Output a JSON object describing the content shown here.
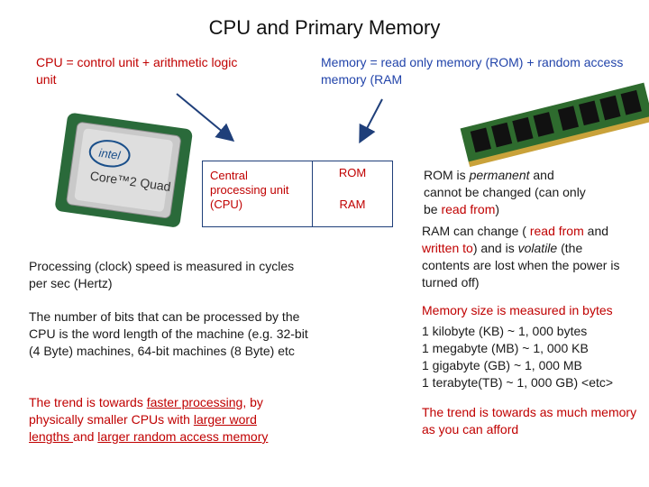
{
  "title": "CPU and Primary Memory",
  "cpu_def": "CPU = control unit + arithmetic logic unit",
  "mem_def": "Memory = read only memory (ROM) + random access memory (RAM",
  "cpu_chip": {
    "brand_line1": "intel",
    "brand_line2": "Core™2 Quad"
  },
  "cpu_box_label": "Central processing unit (CPU)",
  "mem_box": {
    "rom": "ROM",
    "ram": "RAM"
  },
  "left": {
    "clock": "Processing (clock) speed is measured in cycles per sec (Hertz)",
    "bits": "The number of bits that can be processed by the CPU is the word length of the machine (e.g. 32-bit (4 Byte) machines, 64-bit machines (8 Byte) etc",
    "trend": {
      "p1": "The trend is towards ",
      "u1": "faster processing",
      "p2": ", by physically smaller CPUs with ",
      "u2": "larger word lengths ",
      "p3": "and ",
      "u3": "larger random access memory"
    }
  },
  "right": {
    "rom": {
      "p1": "ROM is ",
      "i1": "permanent",
      "p2": " and cannot be changed (can only be ",
      "r1": "read from",
      "p3": ")"
    },
    "ram": {
      "p1": "RAM can change ( ",
      "r1": "read from",
      "p2": " and ",
      "r2": "written to",
      "p3": ") and is ",
      "i1": "volatile",
      "p4": " (the contents are lost when the power is turned off)"
    },
    "size_title": "Memory size is measured in bytes",
    "sizes": [
      "1 kilobyte (KB) ~ 1, 000 bytes",
      "1 megabyte (MB) ~ 1, 000 KB",
      "1 gigabyte (GB) ~ 1, 000 MB",
      "1 terabyte(TB) ~ 1, 000 GB) <etc>"
    ],
    "trend": "The trend is towards as much memory as you can afford"
  },
  "colors": {
    "accent_red": "#c00000",
    "accent_blue": "#2244aa",
    "arrow_red": "#c00000",
    "arrow_blue": "#1f3f7a"
  }
}
